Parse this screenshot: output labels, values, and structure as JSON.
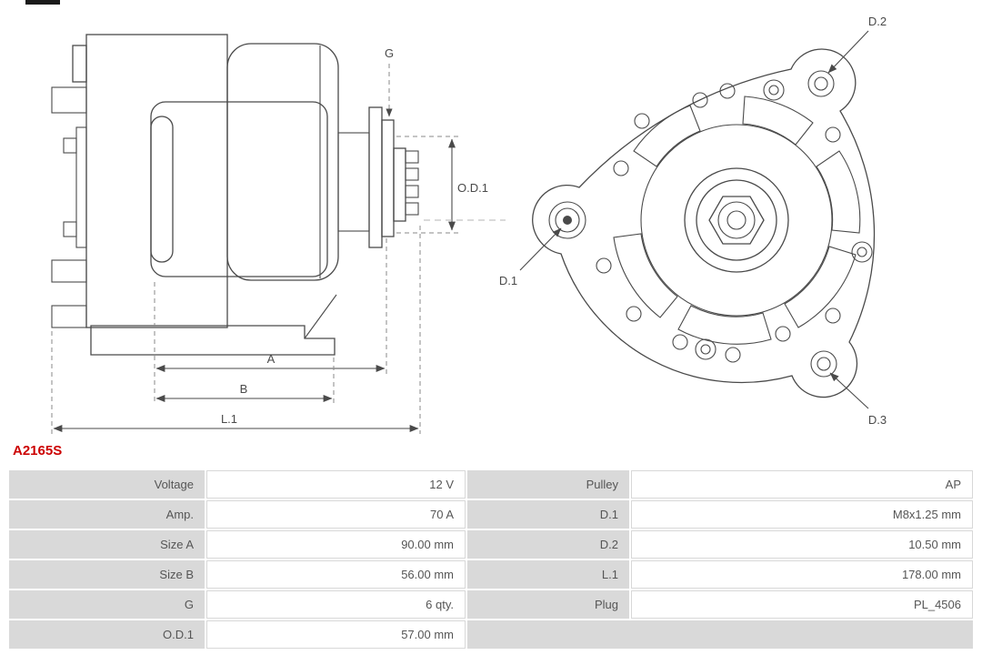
{
  "part_number": "A2165S",
  "drawing": {
    "dim_g": "G",
    "dim_od1": "O.D.1",
    "dim_a": "A",
    "dim_b": "B",
    "dim_l1": "L.1",
    "dim_d1": "D.1",
    "dim_d2": "D.2",
    "dim_d3": "D.3"
  },
  "colors": {
    "accent_red": "#cc0000",
    "cell_gray": "#d9d9d9",
    "line_gray": "#4a4a4a"
  },
  "table": {
    "rows": [
      {
        "c1": "Voltage",
        "c2": "12 V",
        "c3": "Pulley",
        "c4": "AP"
      },
      {
        "c1": "Amp.",
        "c2": "70 A",
        "c3": "D.1",
        "c4": "M8x1.25 mm"
      },
      {
        "c1": "Size A",
        "c2": "90.00 mm",
        "c3": "D.2",
        "c4": "10.50 mm"
      },
      {
        "c1": "Size B",
        "c2": "56.00 mm",
        "c3": "L.1",
        "c4": "178.00 mm"
      },
      {
        "c1": "G",
        "c2": "6 qty.",
        "c3": "Plug",
        "c4": "PL_4506"
      },
      {
        "c1": "O.D.1",
        "c2": "57.00 mm",
        "c3": "",
        "c4": ""
      }
    ]
  }
}
